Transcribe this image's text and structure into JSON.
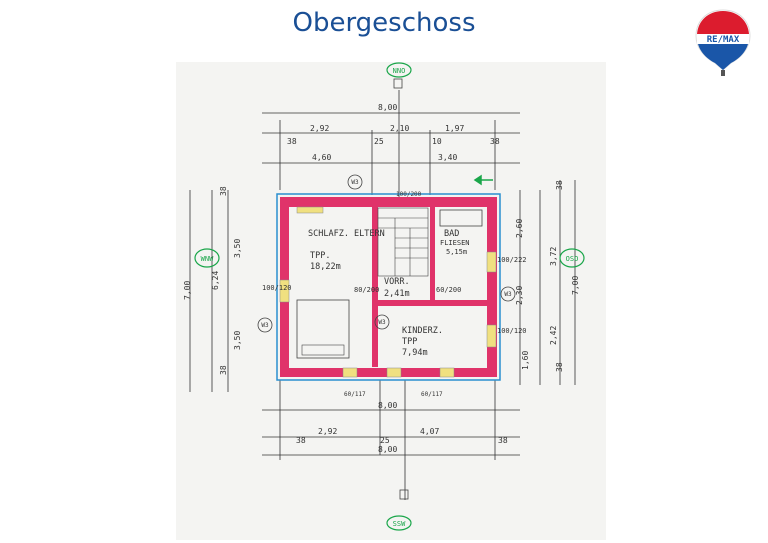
{
  "page": {
    "title": "Obergeschoss",
    "logo_text": "RE/MAX",
    "colors": {
      "title": "#1a4f95",
      "wall": "#e0336a",
      "outline": "#2a8fd0",
      "balloon": "#1aa64a",
      "window": "#f0e080"
    }
  },
  "plan": {
    "axis_north": "NNO",
    "axis_south": "SSW",
    "axis_west": "WNW",
    "axis_east": "OSO",
    "rooms": [
      {
        "name": "SCHLAFZ. ELTERN",
        "floor": "TPP.",
        "area": "18,22m"
      },
      {
        "name": "BAD",
        "floor": "FLIESEN",
        "area": "5,15m"
      },
      {
        "name": "VORR.",
        "floor": "",
        "area": "2,41m"
      },
      {
        "name": "KINDERZ.",
        "floor": "TPP",
        "area": "7,94m"
      }
    ],
    "dims_top": [
      "8,00",
      "2,92",
      "2,10",
      "1,97",
      "38",
      "25",
      "10",
      "38",
      "4,60",
      "3,40"
    ],
    "dims_bottom": [
      "8,00",
      "2,92",
      "4,07",
      "38",
      "25",
      "38",
      "8,00"
    ],
    "dims_left": [
      "38",
      "3,50",
      "6,24",
      "7,00",
      "3,50",
      "38"
    ],
    "dims_right": [
      "38",
      "2,60",
      "3,72",
      "7,00",
      "2,30",
      "2,42",
      "1,60",
      "38"
    ],
    "windows": [
      "100/120",
      "100/222",
      "100/120",
      "80/200",
      "60/200",
      "100/200",
      "60/117",
      "60/117"
    ],
    "wall_tags": [
      "W3",
      "W3",
      "W3",
      "W3"
    ]
  }
}
